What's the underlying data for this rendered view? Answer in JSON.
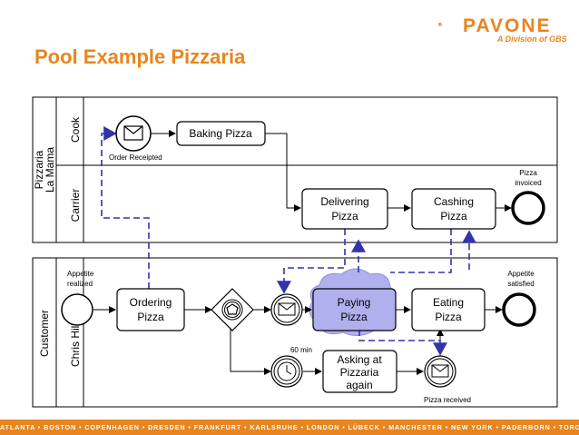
{
  "title": "Pool Example Pizzaria",
  "logo": {
    "name": "PAVONE",
    "subtitle": "A Division of GBS"
  },
  "footer": "ATLANTA • BOSTON • COPENHAGEN • DRESDEN • FRANKFURT • KARLSRUHE • LONDON • LÜBECK • MANCHESTER • NEW YORK • PADERBORN • TORONTO • VARNA",
  "pools": {
    "pizzaria": {
      "line1": "Pizzaria",
      "line2": "La Mama",
      "lane_cook": "Cook",
      "lane_carrier": "Carrier"
    },
    "customer": {
      "label": "Customer",
      "lane_chris": "Chris Hill"
    }
  },
  "tasks": {
    "baking": "Baking Pizza",
    "delivering": [
      "Delivering",
      "Pizza"
    ],
    "cashing": [
      "Cashing",
      "Pizza"
    ],
    "ordering": [
      "Ordering",
      "Pizza"
    ],
    "paying": [
      "Paying",
      "Pizza"
    ],
    "eating": [
      "Eating",
      "Pizza"
    ],
    "asking": [
      "Asking at",
      "Pizzaria",
      "again"
    ]
  },
  "labels": {
    "order_receipted": "Order Receipted",
    "pizza_invoiced": [
      "Pizza",
      "invoiced"
    ],
    "appetite_realized": [
      "Appetite",
      "realized"
    ],
    "appetite_satisfied": [
      "Appetite",
      "satisfied"
    ],
    "timer": "60 min",
    "pizza_received": "Pizza received"
  },
  "colors": {
    "accent": "#e8851f",
    "message_flow": "#3333aa",
    "cloud": "#b0b0ee"
  }
}
